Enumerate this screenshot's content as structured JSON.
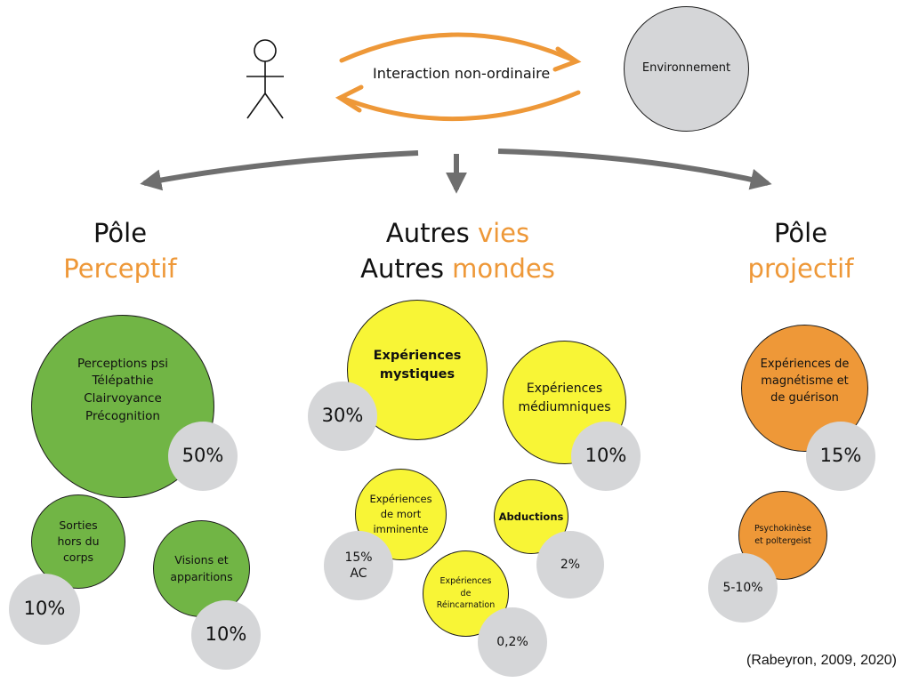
{
  "header": {
    "interaction_label": "Interaction non-ordinaire",
    "environment_label": "Environnement"
  },
  "poles": {
    "left": {
      "line1": "Pôle",
      "line2": "Perceptif"
    },
    "center": {
      "line1_a": "Autres ",
      "line1_b": "vies",
      "line2_a": "Autres ",
      "line2_b": "mondes"
    },
    "right": {
      "line1": "Pôle",
      "line2": "projectif"
    }
  },
  "bubbles": {
    "perceptions": {
      "label": "Perceptions psi\nTélépathie\nClairvoyance\nPrécognition",
      "percent": "50%"
    },
    "sorties": {
      "label": "Sorties\nhors du\ncorps",
      "percent": "10%"
    },
    "visions": {
      "label": "Visions et\napparitions",
      "percent": "10%"
    },
    "mystiques": {
      "label": "Expériences\nmystiques",
      "percent": "30%"
    },
    "mediumniques": {
      "label": "Expériences\nmédiumniques",
      "percent": "10%"
    },
    "mort": {
      "label": "Expériences\nde mort\nimminente",
      "percent": "15%\nAC"
    },
    "abductions": {
      "label": "Abductions",
      "percent": "2%"
    },
    "reincarnation": {
      "label": "Expériences\nde\nRéincarnation",
      "percent": "0,2%"
    },
    "magnetisme": {
      "label": "Expériences de\nmagnétisme et\nde guérison",
      "percent": "15%"
    },
    "psychokinese": {
      "label": "Psychokinèse\net poltergeist",
      "percent": "5-10%"
    }
  },
  "citation": "(Rabeyron, 2009, 2020)",
  "colors": {
    "green": "#71b545",
    "yellow": "#f8f536",
    "orange": "#ee9838",
    "grey": "#d5d6d8",
    "arrow_grey": "#6f6f6f",
    "arrow_orange": "#ee9838"
  }
}
